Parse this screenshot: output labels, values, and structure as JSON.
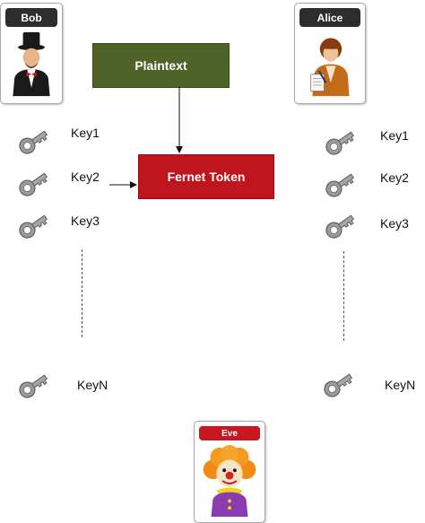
{
  "bob": {
    "label": "Bob"
  },
  "alice": {
    "label": "Alice"
  },
  "eve": {
    "label": "Eve"
  },
  "plaintext": {
    "label": "Plaintext"
  },
  "fernet_token": {
    "label": "Fernet Token"
  },
  "bob_keys": [
    "Key1",
    "Key2",
    "Key3",
    "KeyN"
  ],
  "alice_keys": [
    "Key1",
    "Key2",
    "Key3",
    "KeyN"
  ],
  "colors": {
    "plaintext_box": "#4f6228",
    "fernet_box": "#c0151c",
    "eve_label": "#c8171e",
    "card_label": "#2d2d2d"
  },
  "icons": {
    "bob": "man-in-top-hat-icon",
    "alice": "woman-writing-icon",
    "eve": "clown-icon",
    "key": "key-icon"
  }
}
